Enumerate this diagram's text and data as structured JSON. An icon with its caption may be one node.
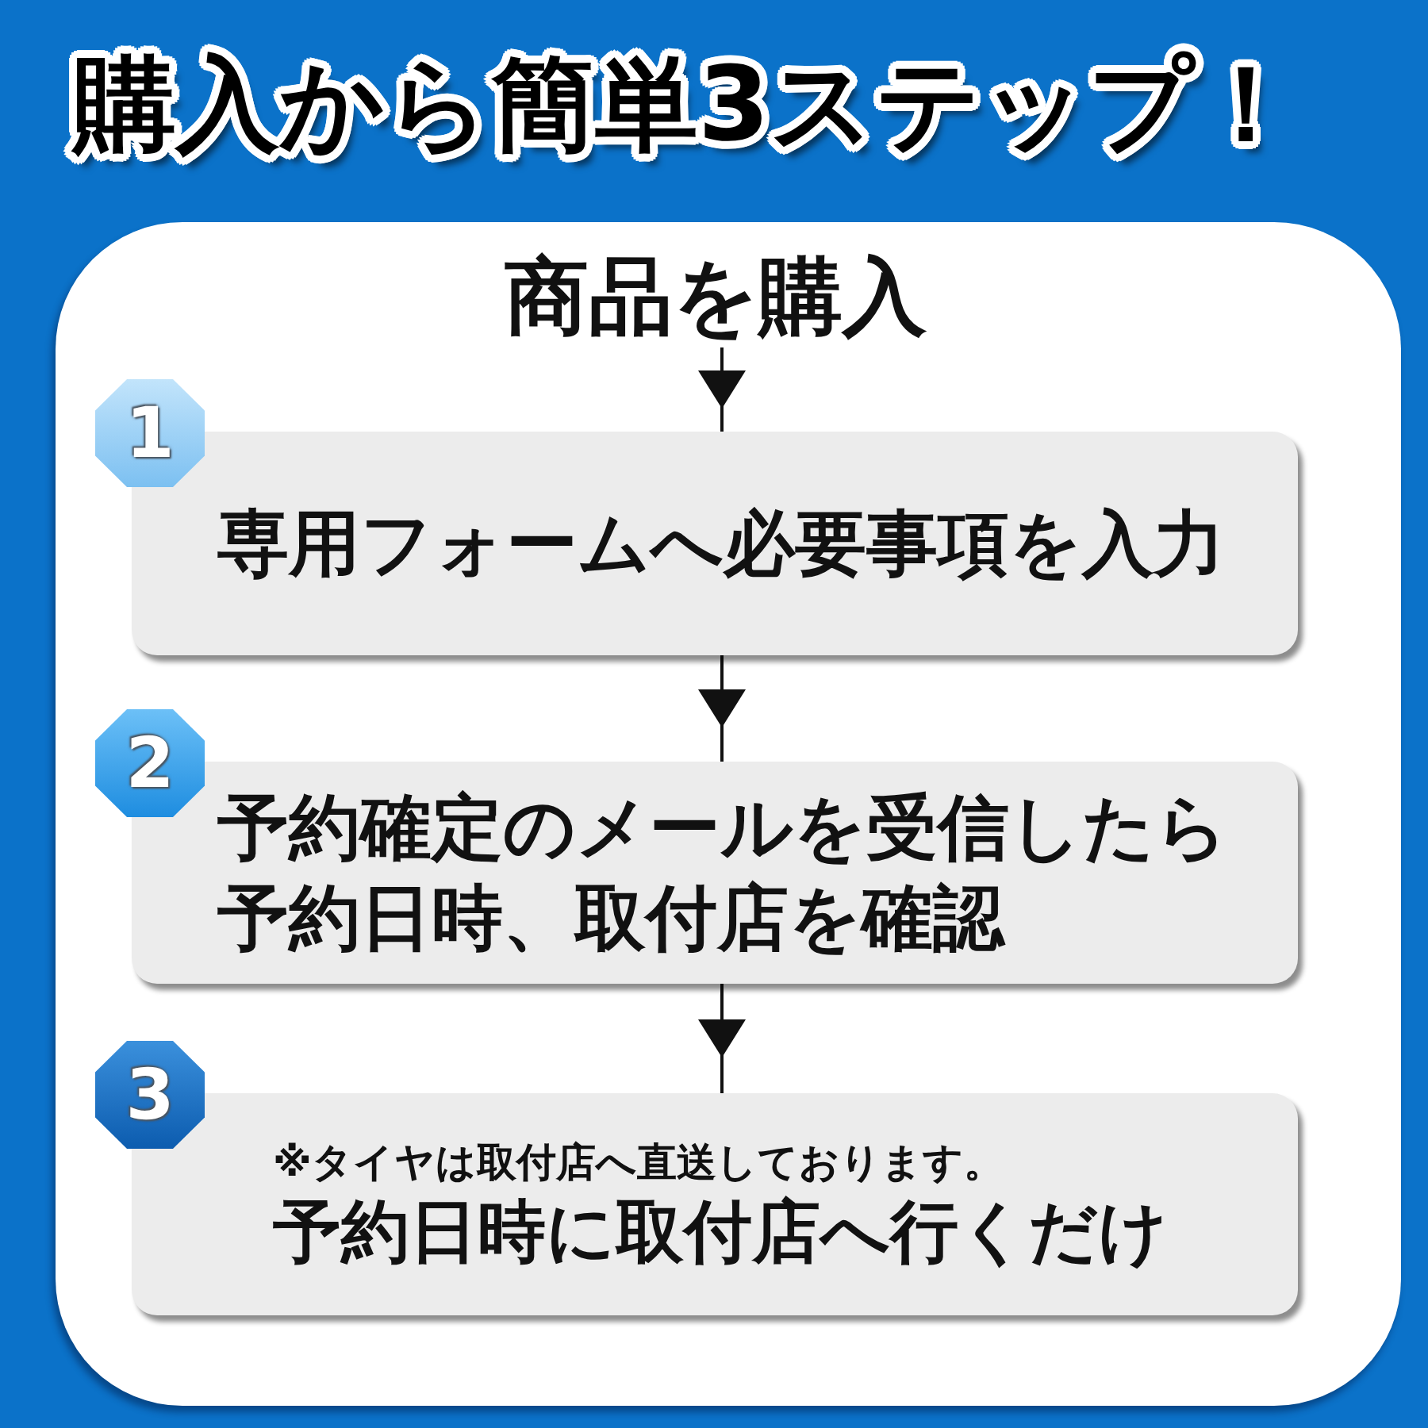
{
  "diagram": {
    "title": "購入から簡単3ステップ！",
    "nodes": [
      {
        "text": [],
        "shape": "box"
      },
      {
        "text": [
          "商品を購入"
        ],
        "in": 0
      },
      {
        "text": [
          "1"
        ],
        "in": 0
      },
      {
        "text": [
          "専用フォームへ必要事項を入力"
        ],
        "in": 0
      },
      {
        "text": [
          "2"
        ],
        "in": 0
      },
      {
        "text": [
          "予約確定のメールを受信したら予約日時、取付店を確認"
        ],
        "in": 0
      },
      {
        "text": [
          "3"
        ],
        "in": 0
      },
      {
        "text": [
          "※タイヤは取付店へ直送しております。",
          "予約日時に取付店へ行くだけ"
        ],
        "in": 0
      }
    ],
    "edges": [
      {
        "from": 1,
        "to": 3,
        "arrow": "to"
      },
      {
        "from": 3,
        "to": 5,
        "arrow": "to"
      },
      {
        "from": 5,
        "to": 7,
        "arrow": "to"
      }
    ]
  }
}
